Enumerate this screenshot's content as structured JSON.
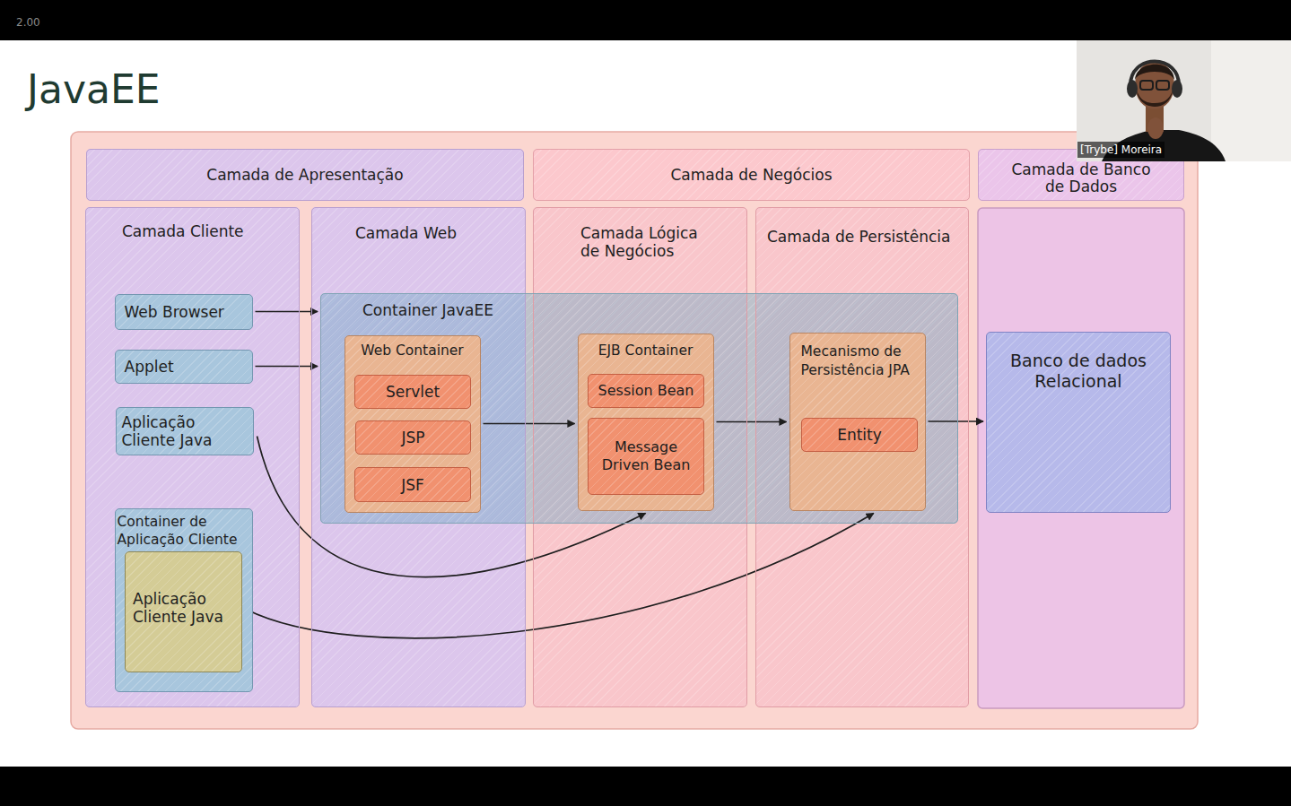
{
  "diagram": {
    "title": "JavaEE",
    "nodes": [
      {
        "text": [
          "Camada de Apresentação"
        ]
      },
      {
        "text": [
          "Camada de Negócios"
        ]
      },
      {
        "text": [
          "Camada de Banco de Dados"
        ]
      },
      {
        "text": [
          "Camada Cliente"
        ]
      },
      {
        "text": [
          "Web Browser"
        ],
        "in": 3
      },
      {
        "text": [
          "Applet"
        ],
        "in": 3
      },
      {
        "text": [
          "Aplicação Cliente Java"
        ],
        "in": 3
      },
      {
        "text": [
          "Container de Aplicação Cliente"
        ],
        "in": 3
      },
      {
        "text": [
          "Aplicação Cliente Java"
        ],
        "in": 7
      },
      {
        "text": [
          "Camada Web"
        ]
      },
      {
        "text": [
          "Camada Lógica de Negócios"
        ]
      },
      {
        "text": [
          "Camada de Persistência"
        ]
      },
      {
        "text": [
          "Container JavaEE"
        ]
      },
      {
        "text": [
          "Web Container"
        ],
        "in": 12
      },
      {
        "text": [
          "Servlet"
        ],
        "in": 13
      },
      {
        "text": [
          "JSP"
        ],
        "in": 13
      },
      {
        "text": [
          "JSF"
        ],
        "in": 13
      },
      {
        "text": [
          "EJB Container"
        ],
        "in": 12
      },
      {
        "text": [
          "Session Bean"
        ],
        "in": 17
      },
      {
        "text": [
          "Message Driven Bean"
        ],
        "in": 17
      },
      {
        "text": [
          "Mecanismo de Persistência JPA"
        ],
        "in": 12
      },
      {
        "text": [
          "Entity"
        ],
        "in": 20
      },
      {
        "text": [
          "Banco de dados Relacional"
        ]
      }
    ],
    "edges": [
      {
        "from": 4,
        "to": 12,
        "arrow": "to"
      },
      {
        "from": 5,
        "to": 12,
        "arrow": "to"
      },
      {
        "from": 13,
        "to": 17,
        "arrow": "to"
      },
      {
        "from": 17,
        "to": 20,
        "arrow": "to"
      },
      {
        "from": 20,
        "to": 22,
        "arrow": "to"
      },
      {
        "from": 6,
        "to": 17,
        "arrow": "to"
      },
      {
        "from": 8,
        "to": 20,
        "arrow": "to"
      }
    ],
    "labels": [
      "2.00",
      "[Trybe] Moreira"
    ]
  }
}
